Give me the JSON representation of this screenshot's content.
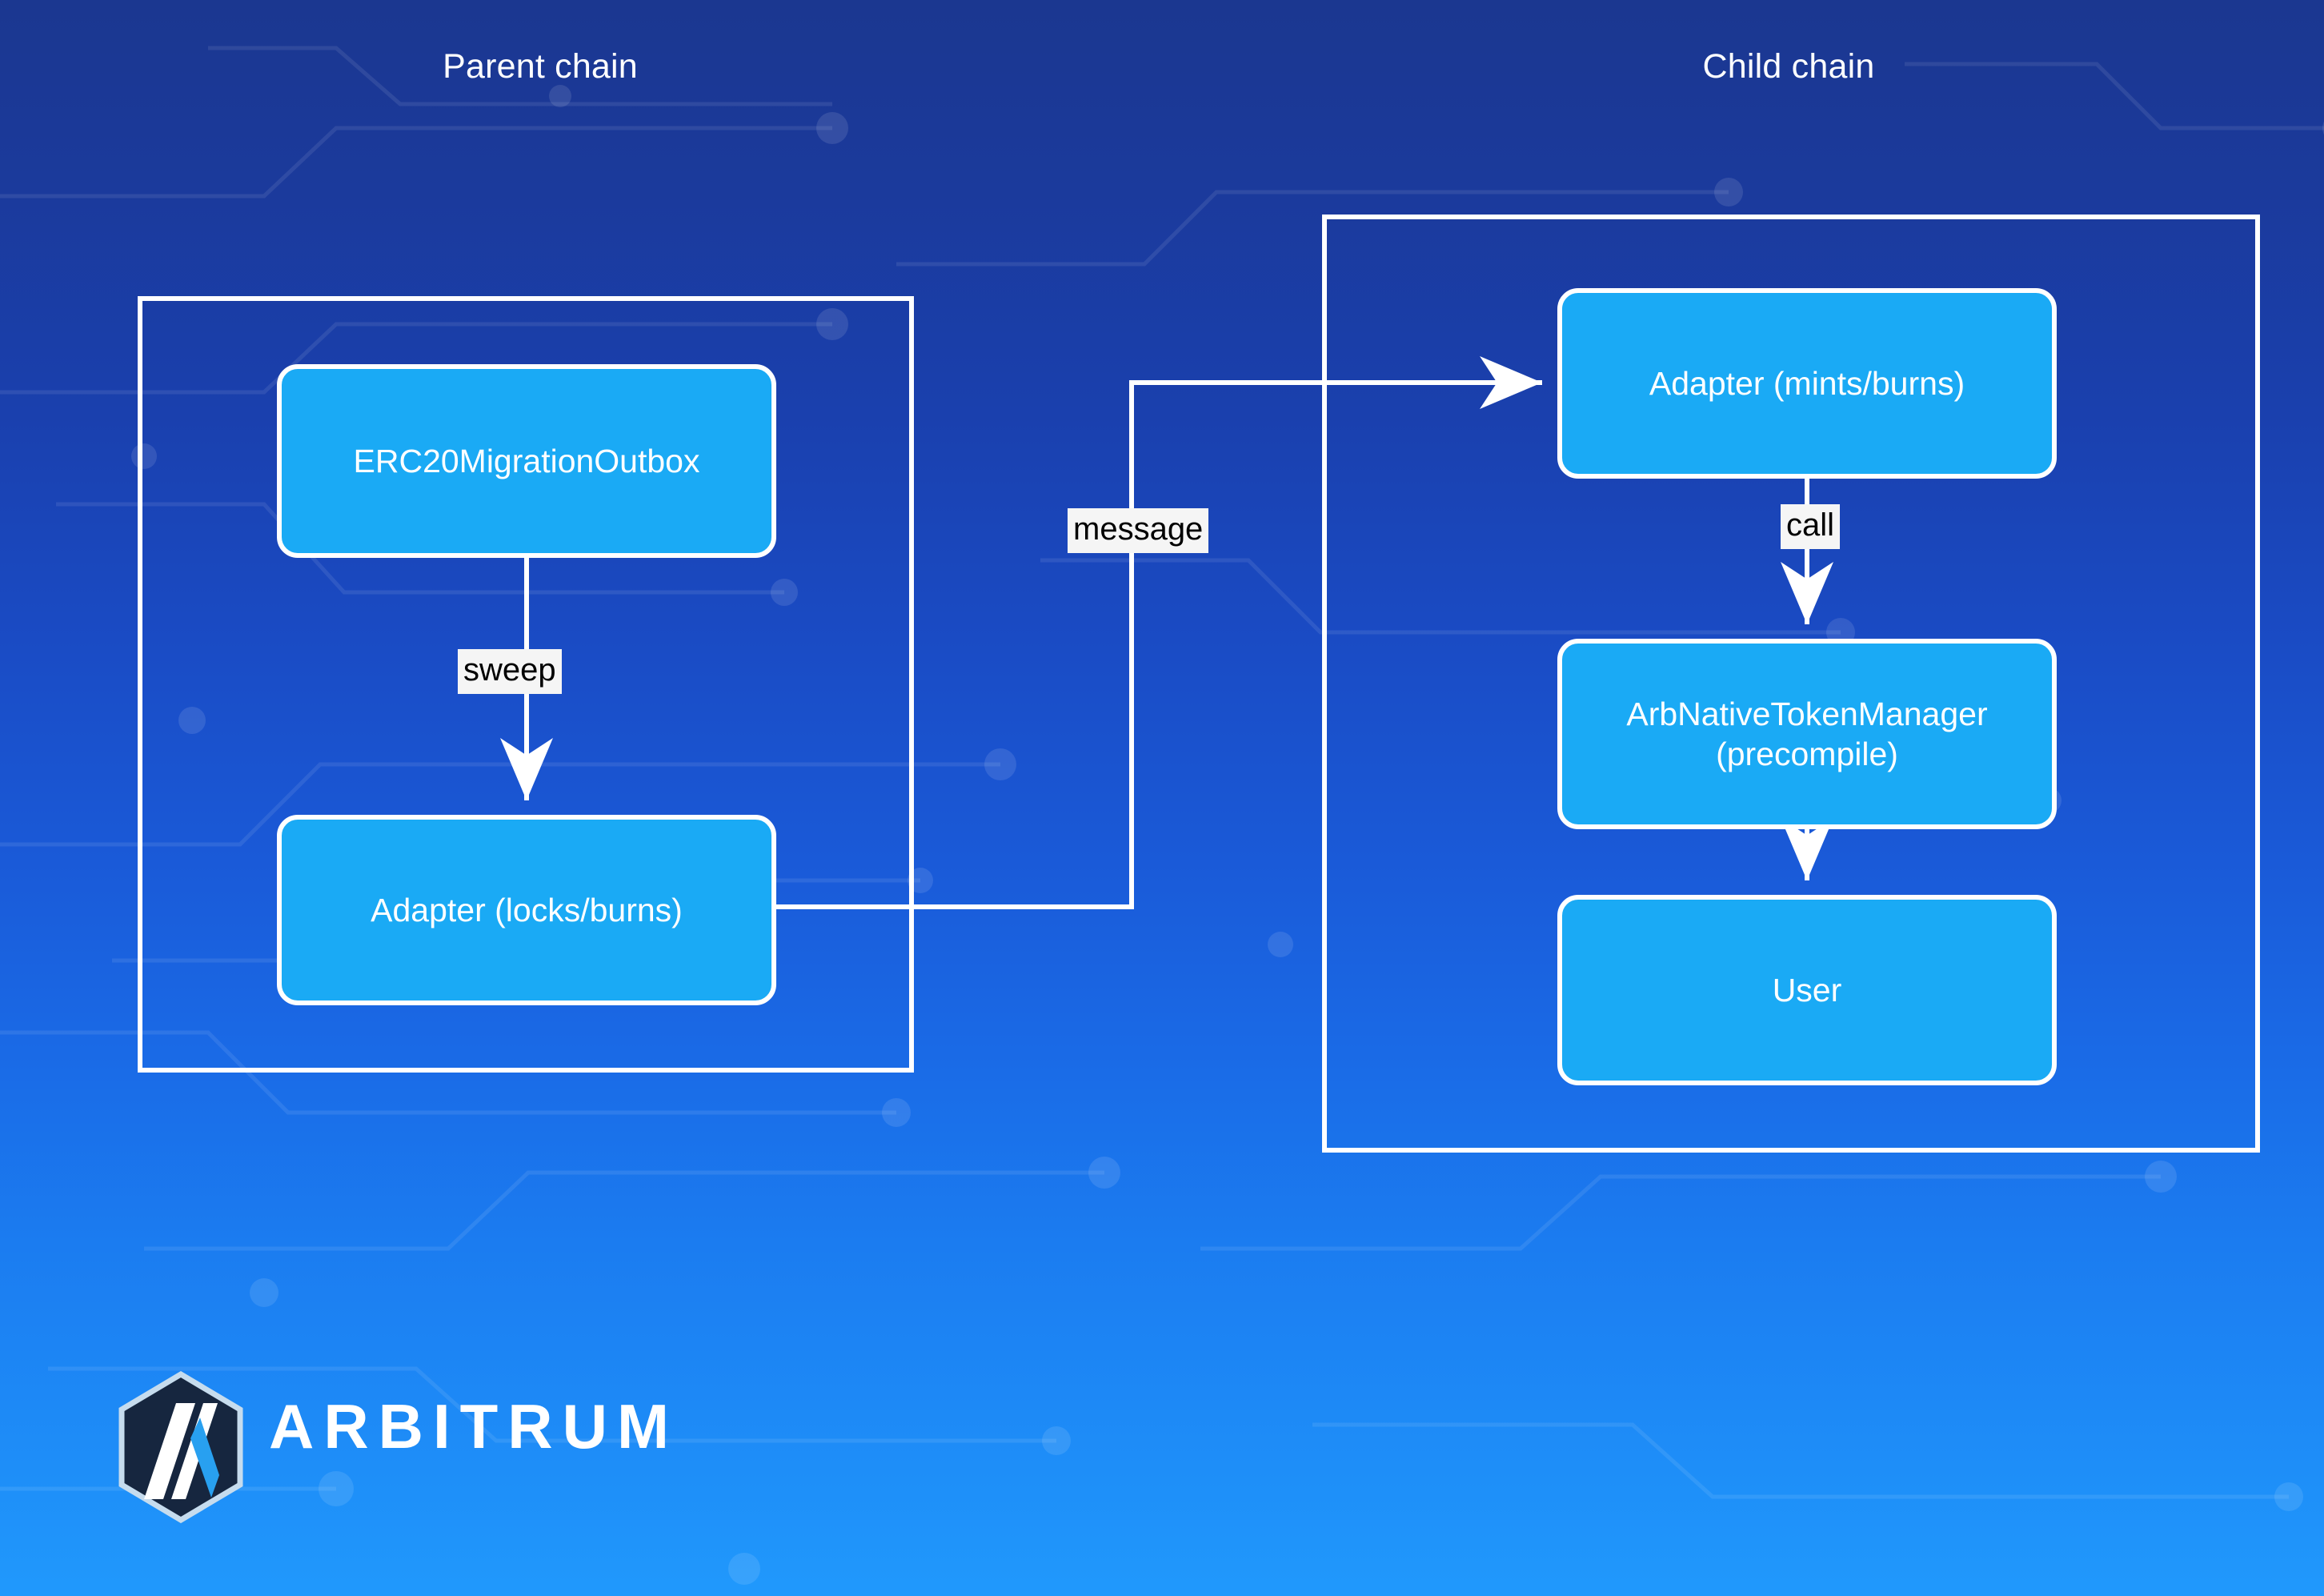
{
  "diagram": {
    "title_parent": "Parent chain",
    "title_child": "Child chain",
    "colors": {
      "node_fill": "#1aaaf5",
      "node_border": "#ffffff",
      "container_border": "#ffffff",
      "edge_stroke": "#ffffff",
      "edge_label_bg": "#f5f5f5",
      "edge_label_text": "#000000",
      "bg_top": "#1b3790",
      "bg_bottom": "#2099fc",
      "logo_shield": "#16263f",
      "logo_accent": "#28a0f0"
    },
    "nodes": [
      {
        "id": "erc20-migration-outbox",
        "label": "ERC20MigrationOutbox",
        "chain": "parent"
      },
      {
        "id": "adapter-parent",
        "label": "Adapter (locks/burns)",
        "chain": "parent"
      },
      {
        "id": "adapter-child",
        "label": "Adapter (mints/burns)",
        "chain": "child"
      },
      {
        "id": "arb-native-token-manager",
        "label_line1": "ArbNativeTokenManager",
        "label_line2": "(precompile)",
        "chain": "child"
      },
      {
        "id": "user",
        "label": "User",
        "chain": "child"
      }
    ],
    "edges": [
      {
        "id": "sweep",
        "label": "sweep",
        "from": "erc20-migration-outbox",
        "to": "adapter-parent"
      },
      {
        "id": "message",
        "label": "message",
        "from": "adapter-parent",
        "to": "adapter-child"
      },
      {
        "id": "call",
        "label": "call",
        "from": "adapter-child",
        "to": "arb-native-token-manager"
      },
      {
        "id": "mint",
        "label": "",
        "from": "arb-native-token-manager",
        "to": "user"
      }
    ]
  },
  "logo": {
    "wordmark": "ARBITRUM",
    "mark_name": "arbitrum-logo-icon"
  }
}
